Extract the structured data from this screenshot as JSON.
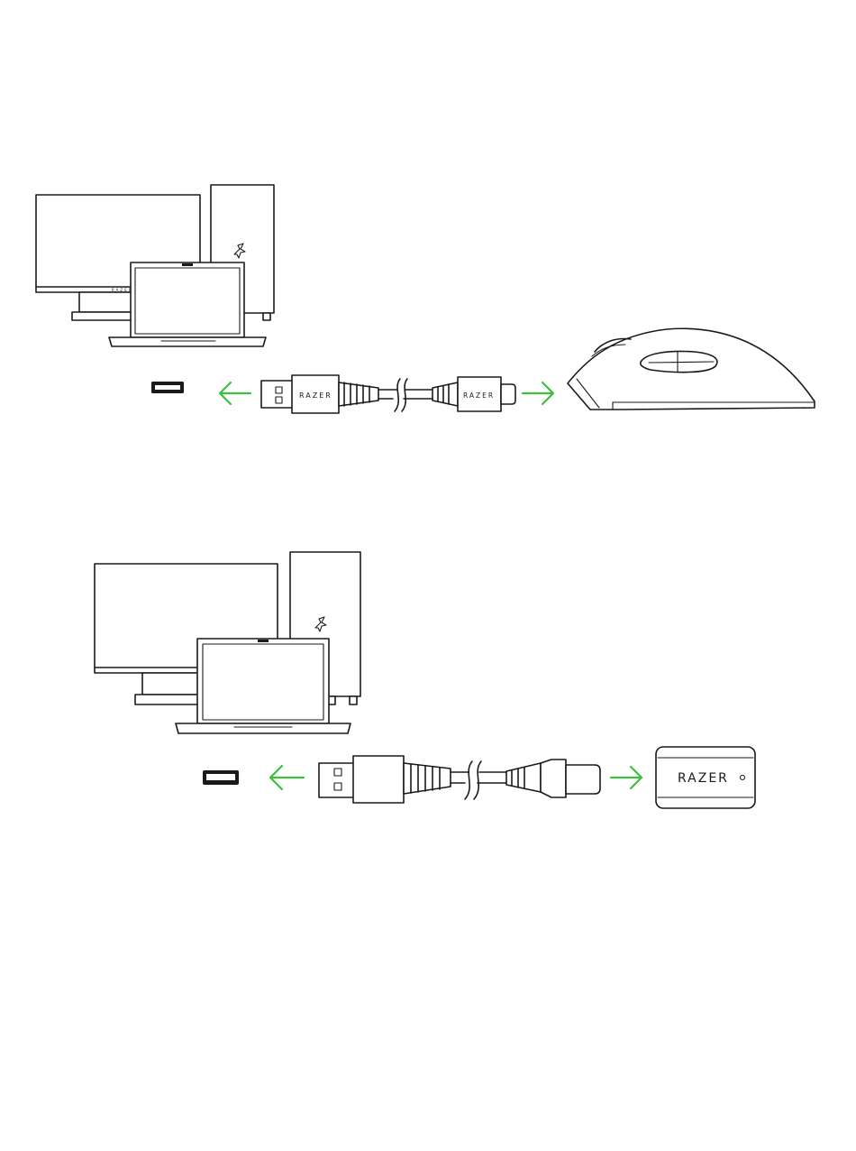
{
  "colors": {
    "arrow": "#3fbf3f",
    "line": "#1a1a1a",
    "background": "#ffffff"
  },
  "icons": [
    "monitor-icon",
    "laptop-icon",
    "desktop-tower-icon",
    "usb-a-port-icon",
    "usb-cable-icon",
    "gaming-mouse-icon",
    "wireless-dongle-icon",
    "arrow-left-icon",
    "arrow-right-icon"
  ],
  "diagram_1": {
    "cable_usb_a_brand": "RAZER",
    "cable_usb_c_brand": "RAZER"
  },
  "diagram_2": {
    "dongle_brand": "RAZER"
  }
}
